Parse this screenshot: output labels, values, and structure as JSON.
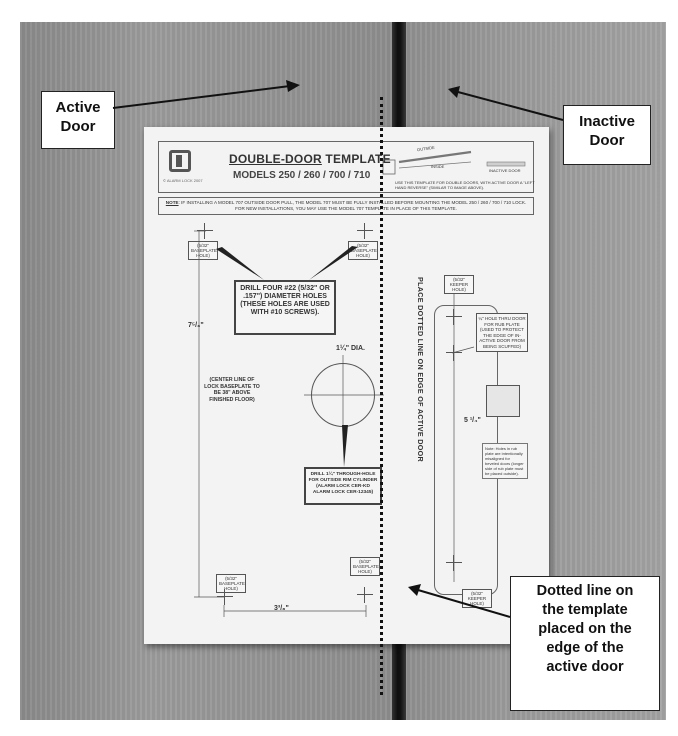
{
  "callouts": {
    "active_door": "Active\nDoor",
    "inactive_door": "Inactive\nDoor",
    "dotted_line": "Dotted line on\nthe template\nplaced on the\nedge of the\nactive door"
  },
  "template": {
    "logo_caption": "© ALARM LOCK 2007",
    "title_part1": "DOUBLE-DOOR",
    "title_part2": " TEMPLATE",
    "models": "MODELS 250 / 260 / 700 / 710",
    "outside_label": "OUTSIDE",
    "inside_label": "INSIDE",
    "inactive_door_label": "INACTIVE DOOR",
    "use_note": "USE THIS TEMPLATE FOR DOUBLE DOORS, WITH ACTIVE DOOR A \"LEFT HAND REVERSE\" (SIMILAR TO IMAGE ABOVE).",
    "note_label": "NOTE",
    "note_text": ": IF INSTALLING A MODEL 707 OUTSIDE DOOR PULL, THE MODEL 707 MUST BE FULLY INSTALLED BEFORE MOUNTING THE MODEL 250 / 260 / 700 / 710 LOCK.  FOR NEW INSTALLATIONS, YOU MAY USE THE MODEL 707 TEMPLATE IN PLACE OF THIS TEMPLATE.",
    "baseplate_hole": "(5/32\" BASEPLATE HOLE)",
    "keeper_hole": "(5/32\" KEEPER HOLE)",
    "drill_four": "DRILL FOUR #22 (5/32\" OR .157\") DIAMETER HOLES (THESE HOLES ARE USED WITH #10 SCREWS).",
    "dia_label": "1¼\" DIA.",
    "drill_through": "DRILL 1¼\" THROUGH-HOLE FOR OUTSIDE RIM CYLINDER (ALARM LOCK CER-KD ALARM LOCK CER-12345)",
    "center_line": "(CENTER LINE OF LOCK BASEPLATE TO BE 38\" ABOVE FINISHED FLOOR)",
    "dim_left": "7⁵/₈\"",
    "dim_bottom": "3³/₈\"",
    "dim_right": "5 ¹/₄\"",
    "vertical_text": "PLACE DOTTED LINE ON EDGE OF ACTIVE DOOR",
    "hole_note": "¼\" HOLE THRU DOOR FOR RUB PLATE (USED TO PROTECT THE EDGE OF IN-ACTIVE DOOR FROM BEING SCUFFED)",
    "small_note": "Note: Holes in rub plate are intentionally misaligned for beveled doors (longer side of rub plate must be placed outside)."
  }
}
